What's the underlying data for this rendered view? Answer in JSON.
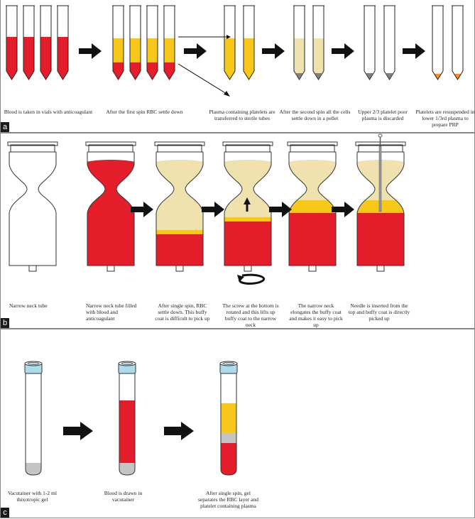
{
  "colors": {
    "blood": "#e41d2a",
    "plasma": "#f7c81a",
    "poor_plasma": "#f0e2ae",
    "platelet_rich": "#f39220",
    "pellet": "#808080",
    "gel": "#c4c4c4",
    "cap": "#aedbea",
    "arrow": "#111111"
  },
  "panel_a": {
    "label": "a",
    "captions": [
      "Blood is taken in vials with anticoagulant",
      "After the first spin RBC settle down",
      "Plasma containing platelets are transferred to sterile tubes",
      "After the second spin all the cells settle down in a pellet",
      "Upper 2/3 platelet poor plasma is discarded",
      "Platelets are resuspended in lower 1/3rd plasma to prepare PRP"
    ]
  },
  "panel_b": {
    "label": "b",
    "captions": [
      "Narrow neck tube",
      "Narrow neck tube filled with blood and anticoagulant",
      "After single spin, RBC settle down. This buffy coat is difficult to pick up",
      "The screw at the bottom is rotated and this lifts up buffy coat to the narrow neck",
      "The narrow neck elongates the buffy coat and makes it easy to pick up",
      "Needle is inserted from the top and buffy coat is directly picked up"
    ]
  },
  "panel_c": {
    "label": "c",
    "captions": [
      "Vacutainer with 1-2 ml thixotropic gel",
      "Blood is drawn in vacutainer",
      "After single spin, gel separates the RBC layer and platelet containing plasma"
    ]
  }
}
